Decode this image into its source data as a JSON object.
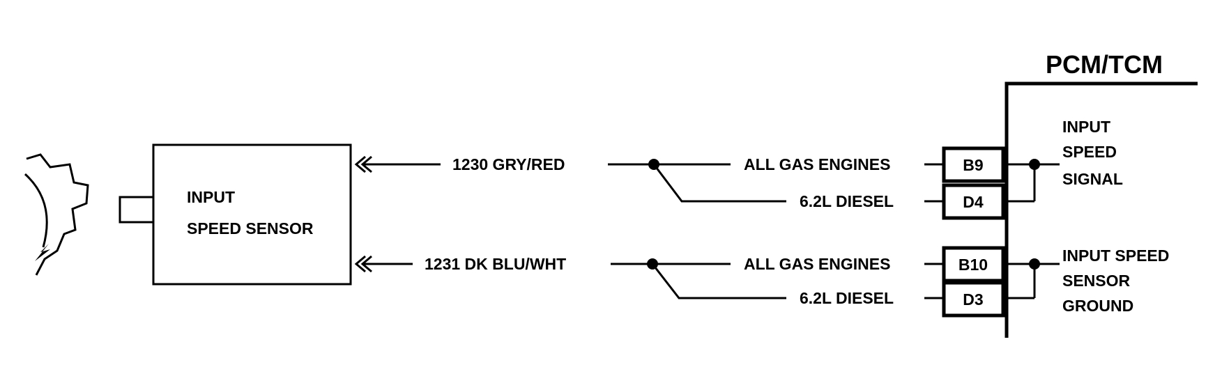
{
  "module": {
    "title": "PCM/TCM"
  },
  "sensor": {
    "label_line1": "INPUT",
    "label_line2": "SPEED SENSOR"
  },
  "circuits": [
    {
      "wire_label": "1230 GRY/RED",
      "branch_gas": "ALL GAS ENGINES",
      "branch_diesel": "6.2L DIESEL",
      "pin_gas": "B9",
      "pin_diesel": "D4",
      "function_lines": [
        "INPUT",
        "SPEED",
        "SIGNAL"
      ]
    },
    {
      "wire_label": "1231 DK BLU/WHT",
      "branch_gas": "ALL GAS ENGINES",
      "branch_diesel": "6.2L DIESEL",
      "pin_gas": "B10",
      "pin_diesel": "D3",
      "function_lines": [
        "INPUT SPEED",
        "SENSOR",
        "GROUND"
      ]
    }
  ],
  "icons": {
    "reluctor": "toothed-reluctor-wheel-icon",
    "connector": "connector-chevron-icon",
    "splice": "splice-dot-icon",
    "rotation": "rotation-arrow-icon"
  },
  "colors": {
    "ink": "#000000",
    "background": "#ffffff"
  }
}
